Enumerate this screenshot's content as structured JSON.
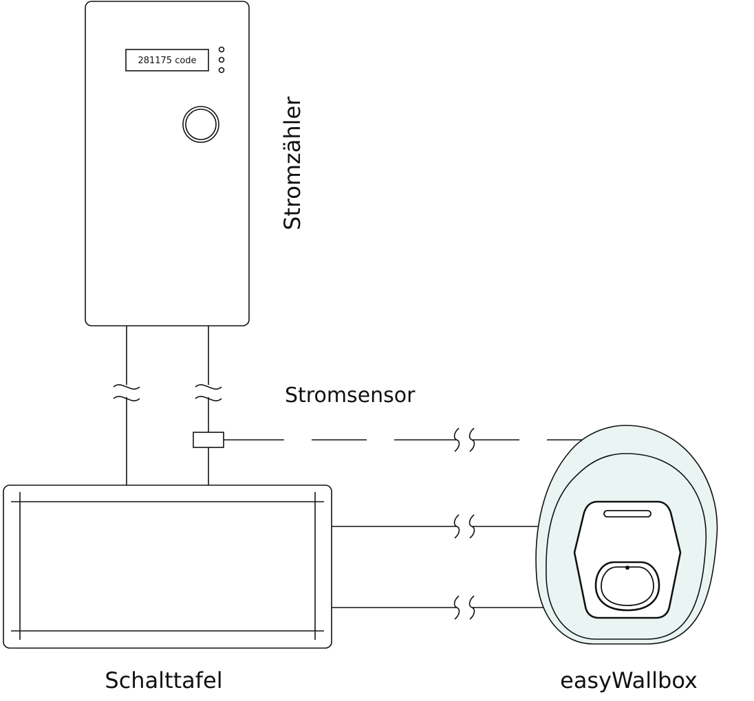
{
  "diagram": {
    "meter": {
      "label": "Stromzähler",
      "display_text": "281175 code"
    },
    "sensor": {
      "label": "Stromsensor"
    },
    "panel": {
      "label": "Schalttafel"
    },
    "wallbox": {
      "label": "easyWallbox",
      "fill_color": "#eaf5f3"
    },
    "colors": {
      "line": "#111111",
      "background": "#ffffff"
    }
  }
}
